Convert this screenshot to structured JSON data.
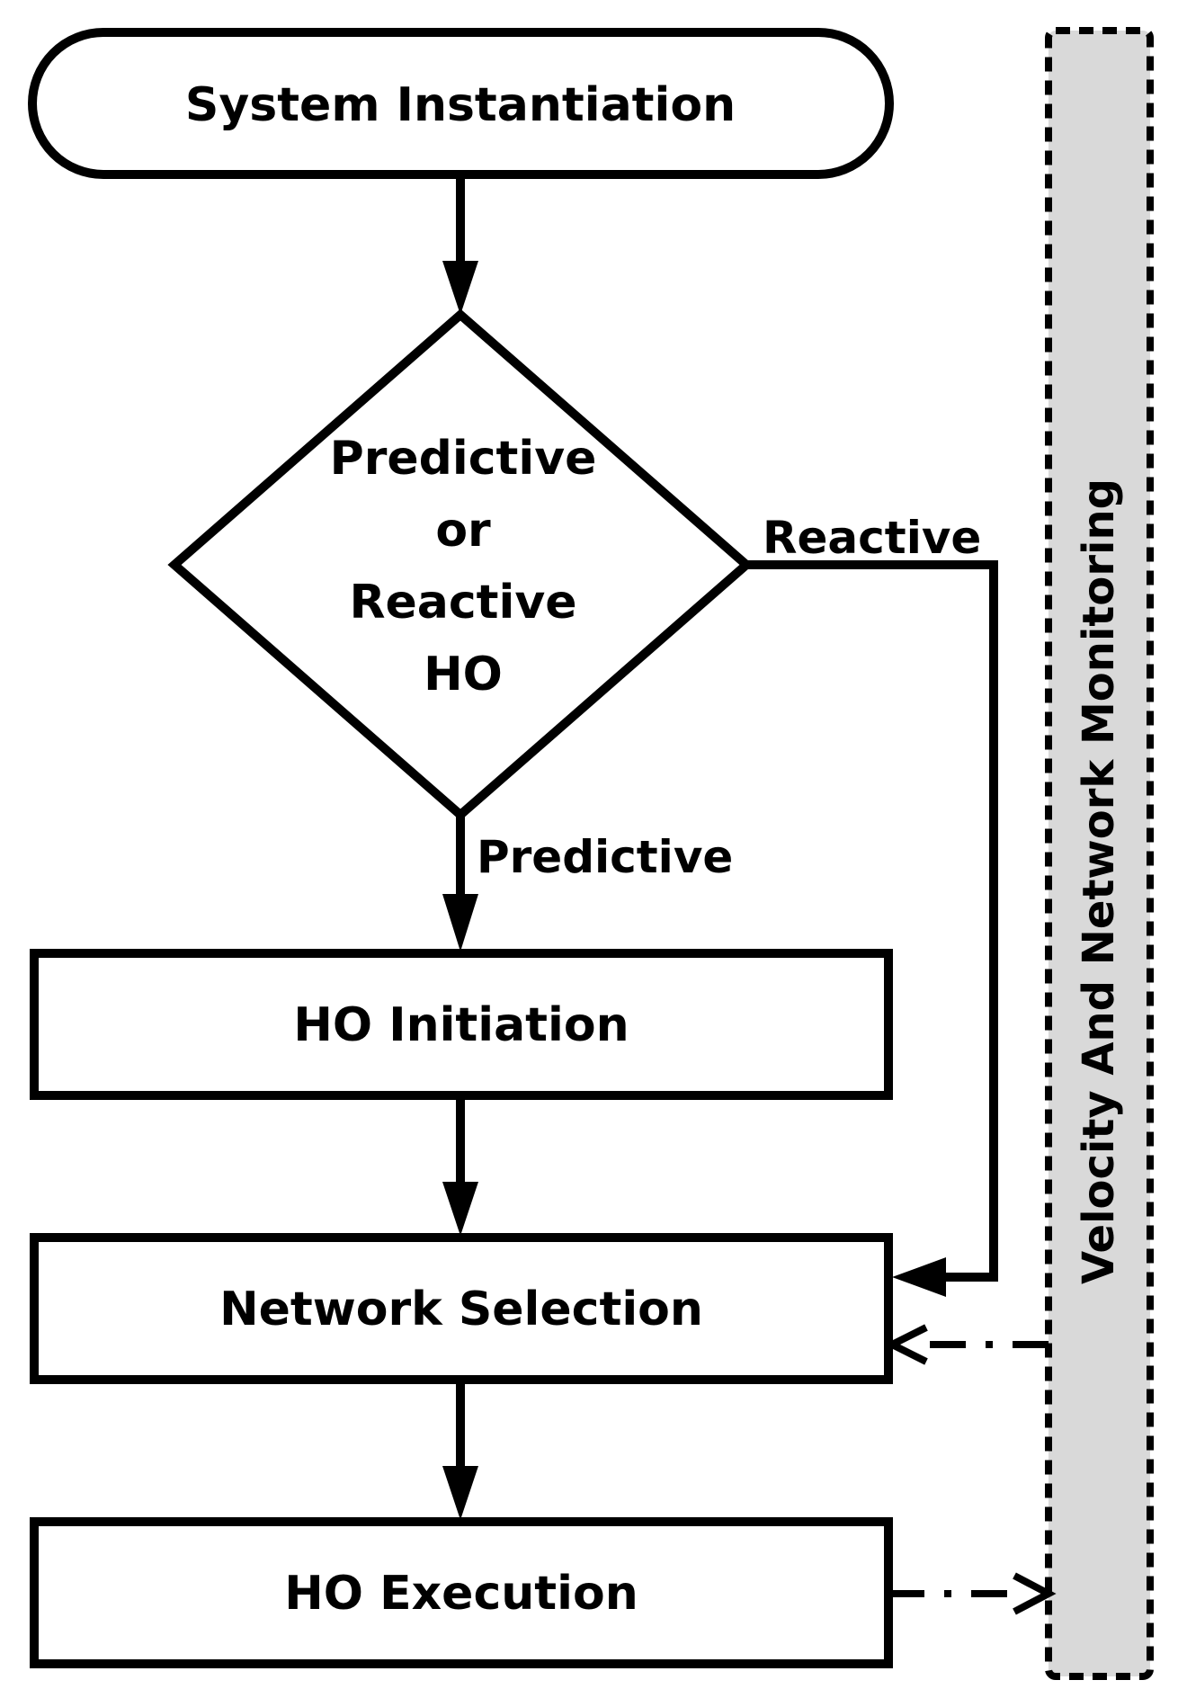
{
  "nodes": {
    "start": {
      "label": "System Instantiation"
    },
    "decision": {
      "lines": [
        "Predictive",
        "or",
        "Reactive",
        "HO"
      ]
    },
    "initiation": {
      "label": "HO Initiation"
    },
    "selection": {
      "label": "Network Selection"
    },
    "execution": {
      "label": "HO Execution"
    }
  },
  "edges": {
    "reactive_label": "Reactive",
    "predictive_label": "Predictive"
  },
  "monitor": {
    "label": "Velocity And Network Monitoring",
    "fill_color": "#d9d9d9"
  },
  "colors": {
    "stroke": "#000000",
    "background": "#ffffff"
  }
}
